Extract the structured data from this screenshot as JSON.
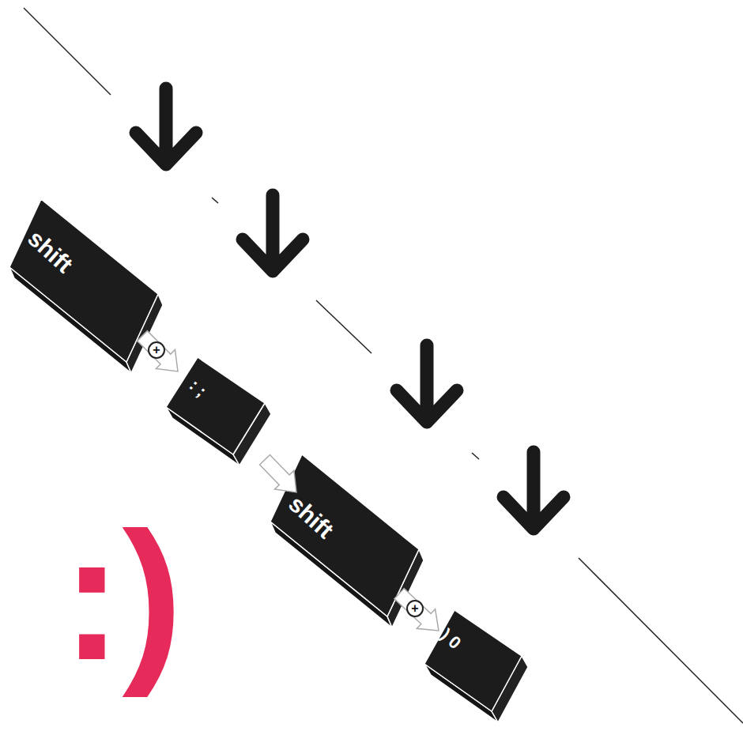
{
  "diagram": {
    "nodes": [
      {
        "text": [
          "shift"
        ]
      },
      {
        "text": [
          ":",
          ";"
        ]
      },
      {
        "text": [
          "shift"
        ]
      },
      {
        "text": [
          ")",
          "0"
        ]
      }
    ],
    "edges": [
      {
        "from": 0,
        "to": 1,
        "label": "+",
        "arrow": "to"
      },
      {
        "from": 1,
        "to": 2,
        "arrow": "to"
      },
      {
        "from": 2,
        "to": 3,
        "label": "+",
        "arrow": "to"
      }
    ],
    "labels": [
      ":)"
    ]
  }
}
